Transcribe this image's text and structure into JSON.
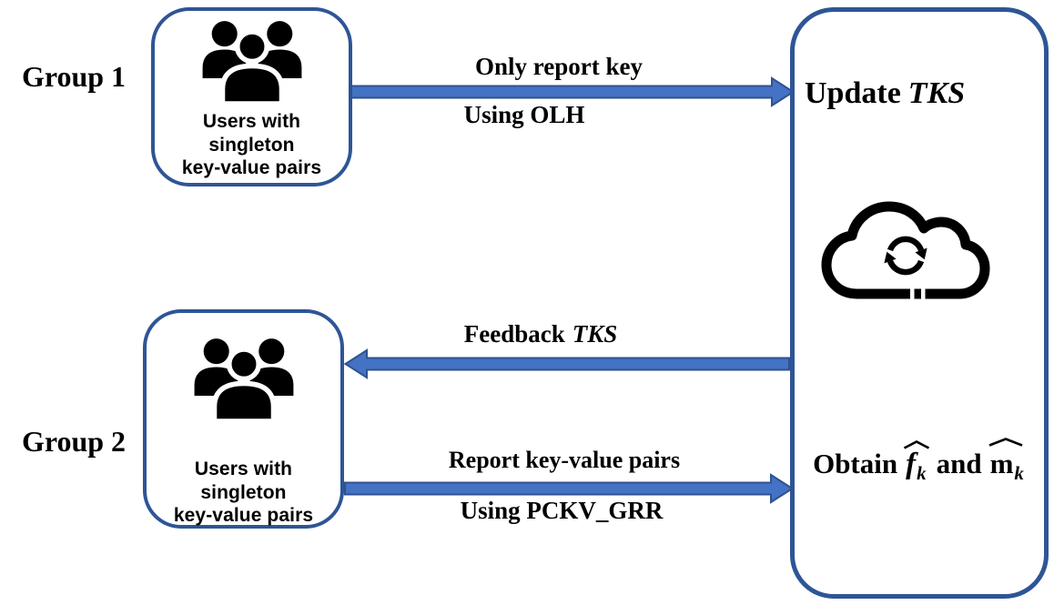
{
  "colors": {
    "box_border": "#2E5596",
    "arrow_fill": "#4472C4",
    "arrow_outline": "#2F528F",
    "icon_color": "#000000",
    "text_color": "#000000"
  },
  "group1": {
    "label": "Group 1",
    "box_lines": [
      "Users with",
      "singleton",
      "key-value pairs"
    ],
    "icon": "group-of-users-icon"
  },
  "group2": {
    "label": "Group 2",
    "box_lines": [
      "Users with",
      "singleton",
      "key-value pairs"
    ],
    "icon": "group-of-users-icon"
  },
  "server": {
    "title_prefix": "Update",
    "title_italic": "TKS",
    "icon": "cloud-sync-icon",
    "obtain_prefix": "Obtain",
    "f_letter": "f",
    "f_subscript": "k",
    "and_word": "and",
    "m_letter": "m",
    "m_subscript": "k"
  },
  "arrows": {
    "group1_to_server": {
      "direction": "right",
      "label_top": "Only report key",
      "label_bottom": "Using OLH"
    },
    "server_to_group2": {
      "direction": "left",
      "label_prefix": "Feedback",
      "label_italic": "TKS"
    },
    "group2_to_server": {
      "direction": "right",
      "label_top": "Report key-value pairs",
      "label_bottom": "Using PCKV_GRR"
    }
  }
}
